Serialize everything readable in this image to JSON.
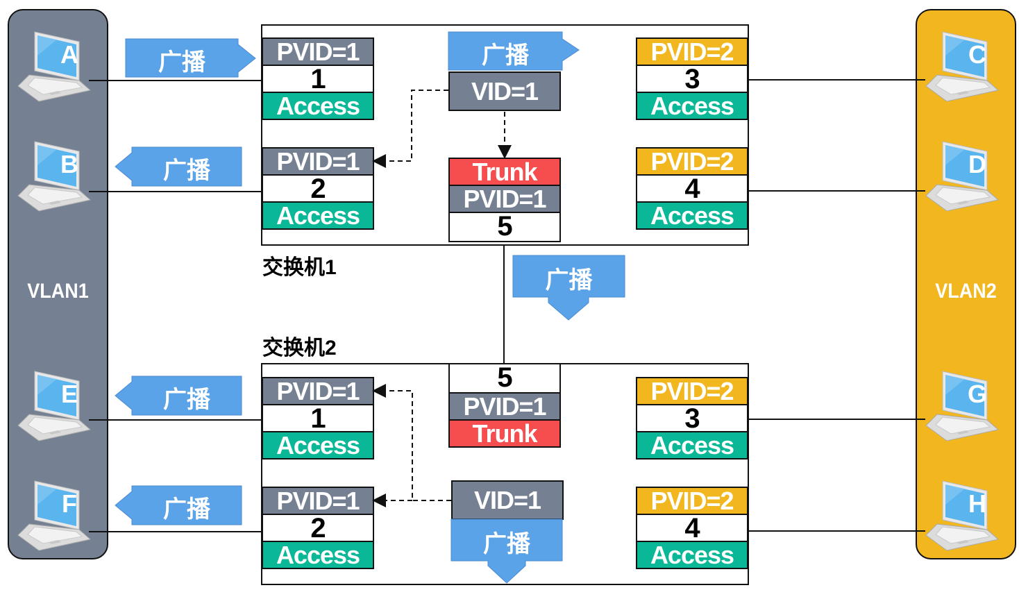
{
  "vlans": [
    {
      "label": "VLAN1",
      "color": "#758192",
      "hosts": [
        "A",
        "B",
        "E",
        "F"
      ]
    },
    {
      "label": "VLAN2",
      "color": "#f2b71e",
      "hosts": [
        "C",
        "D",
        "G",
        "H"
      ]
    }
  ],
  "switches": [
    {
      "label": "交换机1",
      "ports": [
        {
          "pvid": "PVID=1",
          "number": "1",
          "mode": "Access"
        },
        {
          "pvid": "PVID=1",
          "number": "2",
          "mode": "Access"
        },
        {
          "pvid": "PVID=2",
          "number": "3",
          "mode": "Access"
        },
        {
          "pvid": "PVID=2",
          "number": "4",
          "mode": "Access"
        },
        {
          "pvid": "PVID=1",
          "number": "5",
          "mode": "Trunk"
        }
      ],
      "frame_tag": "VID=1"
    },
    {
      "label": "交换机2",
      "ports": [
        {
          "pvid": "PVID=1",
          "number": "1",
          "mode": "Access"
        },
        {
          "pvid": "PVID=1",
          "number": "2",
          "mode": "Access"
        },
        {
          "pvid": "PVID=2",
          "number": "3",
          "mode": "Access"
        },
        {
          "pvid": "PVID=2",
          "number": "4",
          "mode": "Access"
        },
        {
          "pvid": "PVID=1",
          "number": "5",
          "mode": "Trunk"
        }
      ],
      "frame_tag": "VID=1"
    }
  ],
  "broadcast_label": "广播",
  "colors": {
    "vlan1": "#758192",
    "vlan2": "#f2b71e",
    "access": "#0ab897",
    "trunk": "#f64e4e",
    "broadcast": "#5ba3e8"
  }
}
